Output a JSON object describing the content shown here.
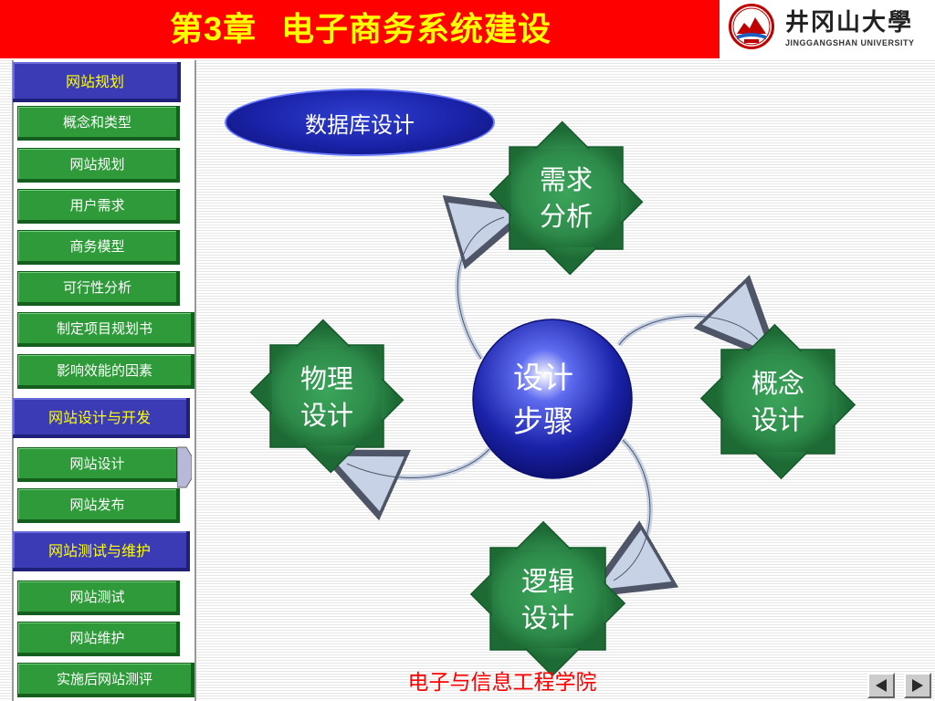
{
  "header": {
    "title_prefix": "第",
    "title_number": "3",
    "title_suffix": "章  电子商务系统建设",
    "logo_cn": "井冈山大學",
    "logo_en": "JINGGANGSHAN UNIVERSITY"
  },
  "sidebar": {
    "sections": [
      {
        "label": "网站规划"
      },
      {
        "label": "网站设计与开发"
      },
      {
        "label": "网站测试与维护"
      }
    ],
    "items": [
      {
        "label": "概念和类型"
      },
      {
        "label": "网站规划"
      },
      {
        "label": "用户需求"
      },
      {
        "label": "商务模型"
      },
      {
        "label": "可行性分析"
      },
      {
        "label": "制定项目规划书"
      },
      {
        "label": "影响效能的因素"
      },
      {
        "label": "网站设计"
      },
      {
        "label": "网站发布"
      },
      {
        "label": "网站测试"
      },
      {
        "label": "网站维护"
      },
      {
        "label": "实施后网站测评"
      }
    ]
  },
  "main": {
    "topic_label": "数据库设计",
    "center": {
      "line1": "设计",
      "line2": "步骤"
    },
    "nodes": {
      "requirements": {
        "line1": "需求",
        "line2": "分析"
      },
      "conceptual": {
        "line1": "概念",
        "line2": "设计"
      },
      "logical": {
        "line1": "逻辑",
        "line2": "设计"
      },
      "physical": {
        "line1": "物理",
        "line2": "设计"
      }
    }
  },
  "footer": {
    "college": "电子与信息工程学院"
  },
  "colors": {
    "header_bg": "#ff0000",
    "title_text": "#ffff00",
    "section_bg": "#3b3bb5",
    "item_bg": "#2f9a3a",
    "node_green": "#2e8b4a",
    "center_blue": "#1a22a8",
    "footer_text": "#ff0000"
  },
  "icons": {
    "prev": "triangle-left-icon",
    "next": "triangle-right-icon",
    "active": "arrow-tab-icon"
  }
}
